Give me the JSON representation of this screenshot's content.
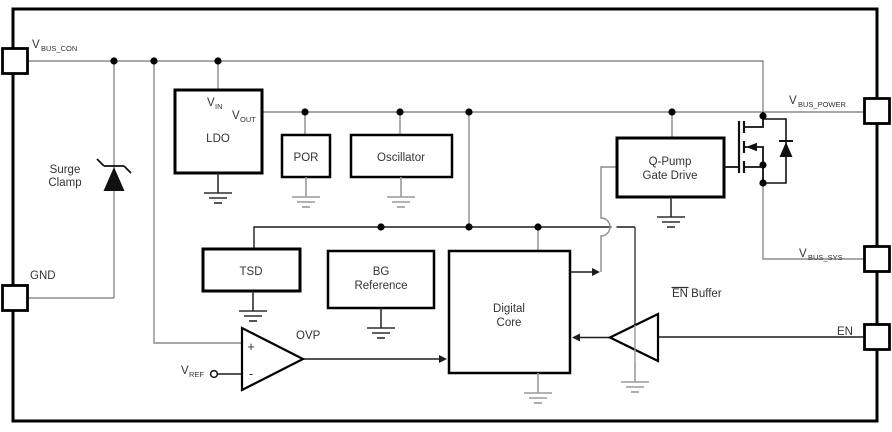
{
  "diagram_title": "power-switch-functional-block-diagram",
  "pins": {
    "vbus_con": {
      "v": "V",
      "sub": "BUS_CON"
    },
    "gnd": {
      "label": "GND"
    },
    "vbus_power": {
      "v": "V",
      "sub": "BUS_POWER"
    },
    "vbus_sys": {
      "v": "V",
      "sub": "BUS_SYS"
    },
    "en": {
      "label": "EN"
    }
  },
  "blocks": {
    "ldo": {
      "label": "LDO"
    },
    "ldo_vin": {
      "v": "V",
      "sub": "IN"
    },
    "ldo_vout": {
      "v": "V",
      "sub": "OUT"
    },
    "por": {
      "label": "POR"
    },
    "oscillator": {
      "label": "Oscillator"
    },
    "tsd": {
      "label": "TSD"
    },
    "bg_reference": {
      "line1": "BG",
      "line2": "Reference"
    },
    "digital_core": {
      "line1": "Digital",
      "line2": "Core"
    },
    "qpump": {
      "line1": "Q-Pump",
      "line2": "Gate Drive"
    }
  },
  "annotations": {
    "surge_clamp": {
      "line1": "Surge",
      "line2": "Clamp"
    },
    "ovp": {
      "label": "OVP"
    },
    "vref": {
      "v": "V",
      "sub": "REF"
    },
    "en_buffer": {
      "en": "EN",
      "rest": " Buffer"
    },
    "comparator": {
      "plus": "+",
      "minus": "-"
    }
  },
  "icons": {
    "zener": "zener-diode-icon",
    "nmos": "nmos-transistor-icon",
    "body_diode": "body-diode-icon",
    "ground": "ground-icon",
    "junction": "junction-dot",
    "terminal": "vref-terminal-circle"
  },
  "colors": {
    "background": "#ffffff",
    "wire_gray": "#8c8c8c",
    "wire_black": "#1c1c1c",
    "block_stroke": "#000000",
    "text": "#333333"
  }
}
